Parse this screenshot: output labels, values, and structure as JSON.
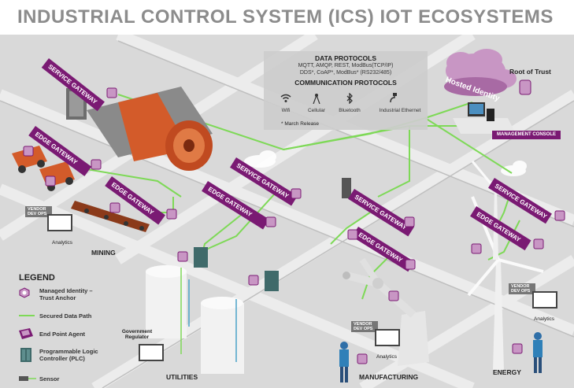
{
  "title": "INDUSTRIAL CONTROL SYSTEM (ICS) IOT ECOSYSTEMS",
  "data_protocols": {
    "heading": "DATA PROTOCOLS",
    "line1": "MQTT, AMQP, REST, ModBus(TCP/IP)",
    "line2": "DDS*, CoAP*, ModBus* (RS232/485)"
  },
  "communication_protocols": {
    "heading": "COMMUNICATION PROTOCOLS",
    "items": [
      "Wifi",
      "Cellular",
      "Bluetooth",
      "Industrial Ethernet"
    ]
  },
  "footnote": "* March Release",
  "root_of_trust": "Root of Trust",
  "hosted_identity": "Hosted Identity",
  "management_console": "MANAGEMENT CONSOLE",
  "gateways": {
    "service": "SERVICE GATEWAY",
    "edge": "EDGE GATEWAY"
  },
  "sectors": {
    "mining": "MINING",
    "utilities": "UTILITIES",
    "manufacturing": "MANUFACTURING",
    "energy": "ENERGY"
  },
  "vendor_dev_ops": "VENDOR DEV OPS",
  "analytics": "Analytics",
  "government_regulator": "Government Regulator",
  "legend": {
    "title": "LEGEND",
    "managed_identity": "Managed Identity – Trust Anchor",
    "secured_path": "Secured Data Path",
    "endpoint_agent": "End Point Agent",
    "plc": "Programmable Logic Controller (PLC)",
    "sensor": "Sensor"
  },
  "colors": {
    "purple": "#7a1a73",
    "light_purple": "#c896c4",
    "green": "#7ed957",
    "grey": "#8c8c8c"
  }
}
